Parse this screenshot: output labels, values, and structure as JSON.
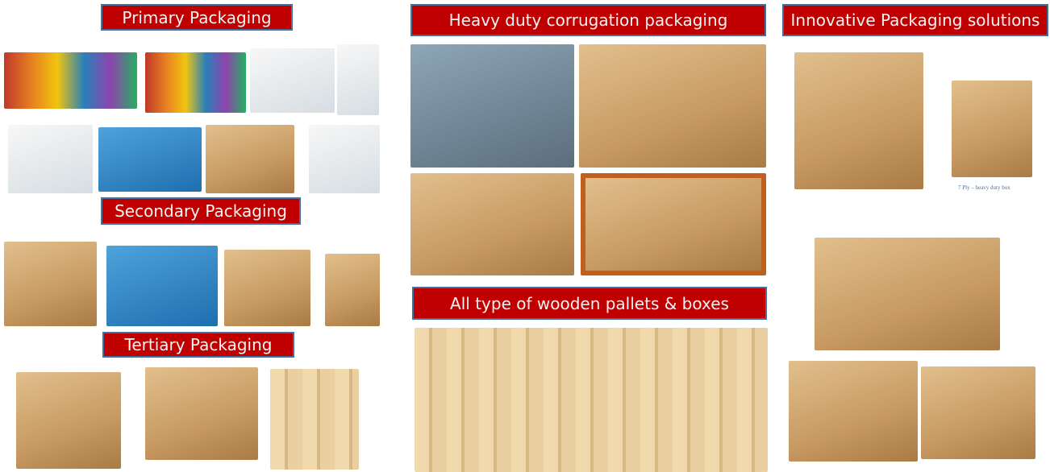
{
  "banners": {
    "primary": "Primary Packaging",
    "secondary": "Secondary Packaging",
    "tertiary": "Tertiary Packaging",
    "heavy_duty": "Heavy duty corrugation packaging",
    "wooden": "All type of wooden pallets & boxes",
    "innovative": "Innovative Packaging solutions"
  },
  "innovative_caption": "7 Ply – heavy duty box",
  "colors": {
    "banner_fill": "#C00000",
    "banner_border": "#41719C",
    "banner_text": "#F2F2F2"
  }
}
